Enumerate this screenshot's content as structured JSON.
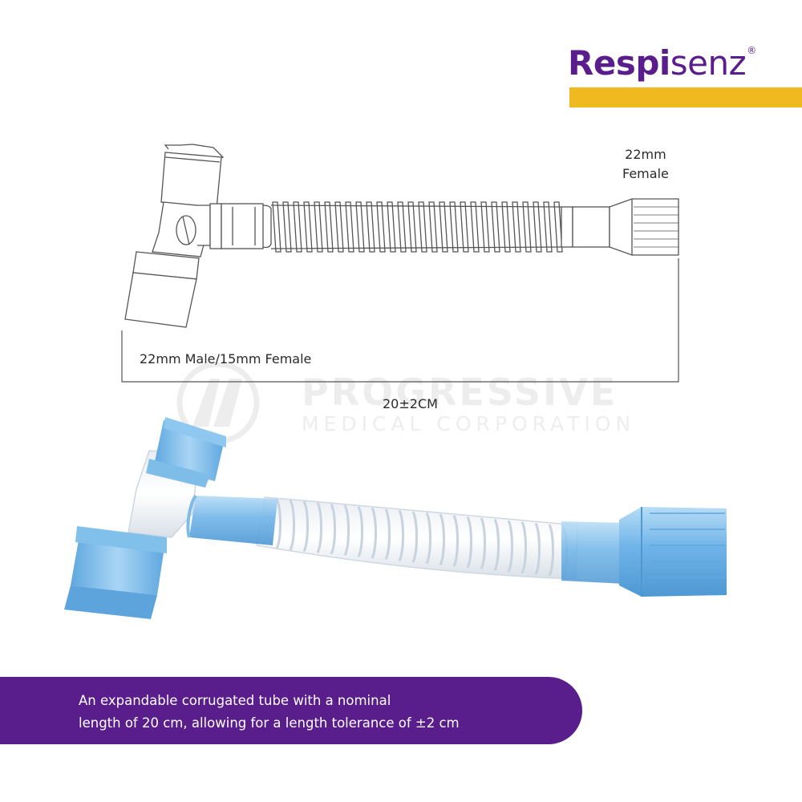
{
  "brand": {
    "logo_part1": "Respi",
    "logo_part2": "senz",
    "logo_reg": "®",
    "accent_gold": "#f0b920",
    "brand_purple": "#5a1e8c"
  },
  "diagram": {
    "right_connector_line1": "22mm",
    "right_connector_line2": "Female",
    "left_connector": "22mm Male/15mm Female",
    "length": "20±2CM"
  },
  "watermark": {
    "line1": "PROGRESSIVE",
    "line2": "MEDICAL CORPORATION"
  },
  "banner": {
    "line1": "An expandable corrugated tube with a nominal",
    "line2": "length of 20 cm, allowing for a length tolerance of ±2 cm"
  },
  "photo": {
    "connector_color": "#6fb4e8",
    "tube_color": "#eef2f6"
  }
}
